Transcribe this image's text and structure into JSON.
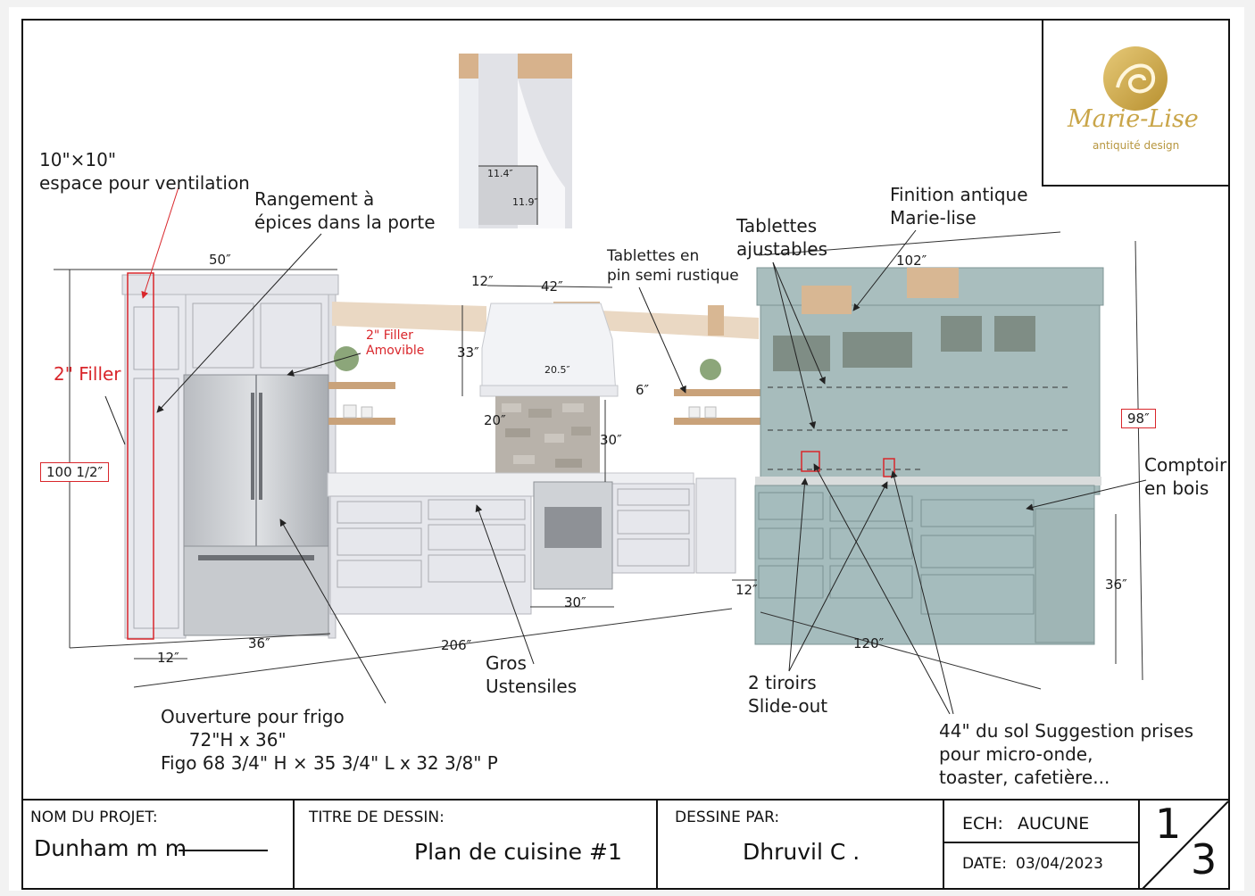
{
  "logo": {
    "brand": "Marie-Lise",
    "tagline": "antiquité design"
  },
  "annotations": {
    "ventilation": "10\"×10\"\nespace pour ventilation",
    "spice_storage": "Rangement à\népices dans la porte",
    "filler_label": "2\" Filler",
    "filler_removable": "2\" Filler\nAmovible",
    "shelves_pine": "Tablettes en\npin semi rustique",
    "shelves_adjustable": "Tablettes\najustables",
    "antique_finish": "Finition antique\nMarie-lise",
    "wood_counter": "Comptoir\nen bois",
    "utensils": "Gros\nUstensiles",
    "slideout": "2 tiroirs\nSlide-out",
    "outlets": "44\" du sol Suggestion prises\npour micro-onde,\ntoaster, cafetière...",
    "fridge_opening": "Ouverture pour frigo\n     72\"H x 36\"\nFigo 68 3/4\" H × 35 3/4\" L x 32 3/8\" P"
  },
  "dimensions": {
    "d50": "50″",
    "d100": "100 1/2″",
    "d36_fridge": "36″",
    "d12_left": "12″",
    "d206": "206″",
    "d12_top": "12″",
    "d42": "42″",
    "d33": "33″",
    "d20_5": "20.5″",
    "d6": "6″",
    "d20": "20″",
    "d30_hood": "30″",
    "d30_range": "30″",
    "d12_corner": "12″",
    "d102": "102″",
    "d98": "98″",
    "d36_counter": "36″",
    "d120": "120″",
    "d11_4": "11.4″",
    "d11_9": "11.9″"
  },
  "title_block": {
    "project_label": "NOM DU PROJET:",
    "project_value": "Dunham m m",
    "drawing_label": "TITRE DE DESSIN:",
    "drawing_value": "Plan de cuisine #1",
    "drawn_label": "DESSINE PAR:",
    "drawn_value": "Dhruvil C .",
    "scale_label": "ECH:",
    "scale_value": "AUCUNE",
    "date_label": "DATE:",
    "date_value": "03/04/2023",
    "sheet_num": "1",
    "sheet_total": "3"
  },
  "colors": {
    "cabinet_white": "#e8e9ee",
    "cabinet_blue": "#a7bcbc",
    "wood": "#d8b793",
    "red": "#d9262b"
  }
}
